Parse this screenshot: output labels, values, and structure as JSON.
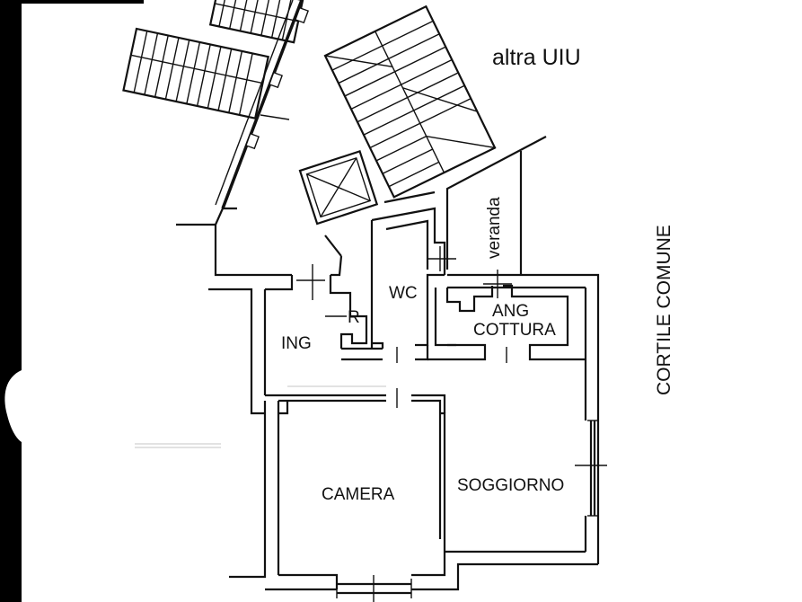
{
  "labels": {
    "other_unit": "altra UIU",
    "veranda": "veranda",
    "courtyard": "CORTILE COMUNE",
    "wc": "WC",
    "kitchenette_line1": "ANG",
    "kitchenette_line2": "COTTURA",
    "entrance": "ING",
    "storage": "R",
    "bedroom": "CAMERA",
    "living_room": "SOGGIORNO"
  },
  "colors": {
    "background": "#ffffff",
    "ink": "#111111",
    "left_edge": "#000000"
  }
}
